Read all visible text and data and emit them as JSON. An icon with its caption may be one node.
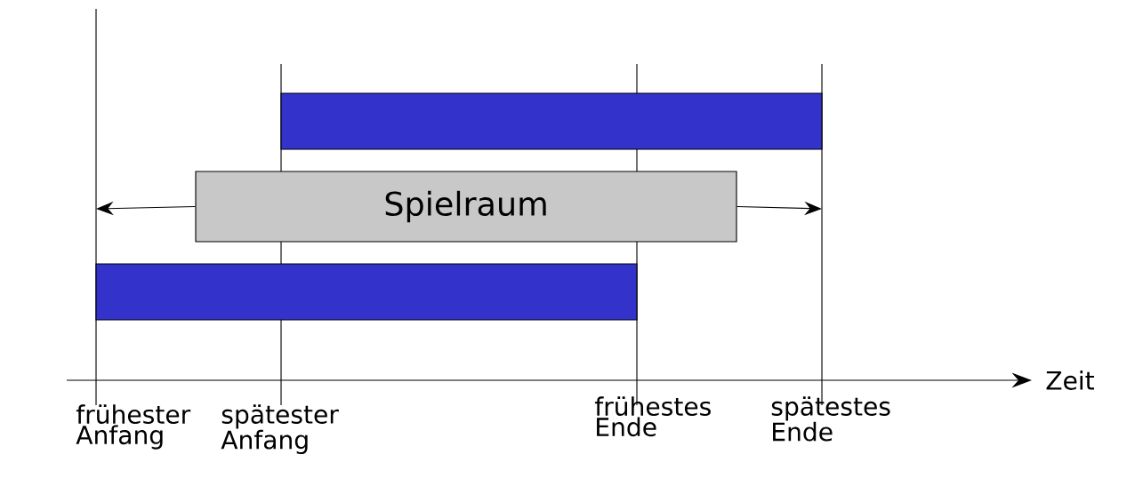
{
  "diagram": {
    "nodes": [
      {
        "text": [],
        "shape": "bar"
      },
      {
        "text": [
          "Spielraum"
        ]
      },
      {
        "text": [],
        "shape": "bar"
      }
    ],
    "edges": [
      {
        "from": 1,
        "to": null,
        "arrow": "to"
      },
      {
        "from": 1,
        "to": null,
        "arrow": "to"
      }
    ],
    "labels": [
      "Zeit",
      "frühester Anfang",
      "spätester Anfang",
      "frühestes Ende",
      "spätestes Ende"
    ]
  }
}
